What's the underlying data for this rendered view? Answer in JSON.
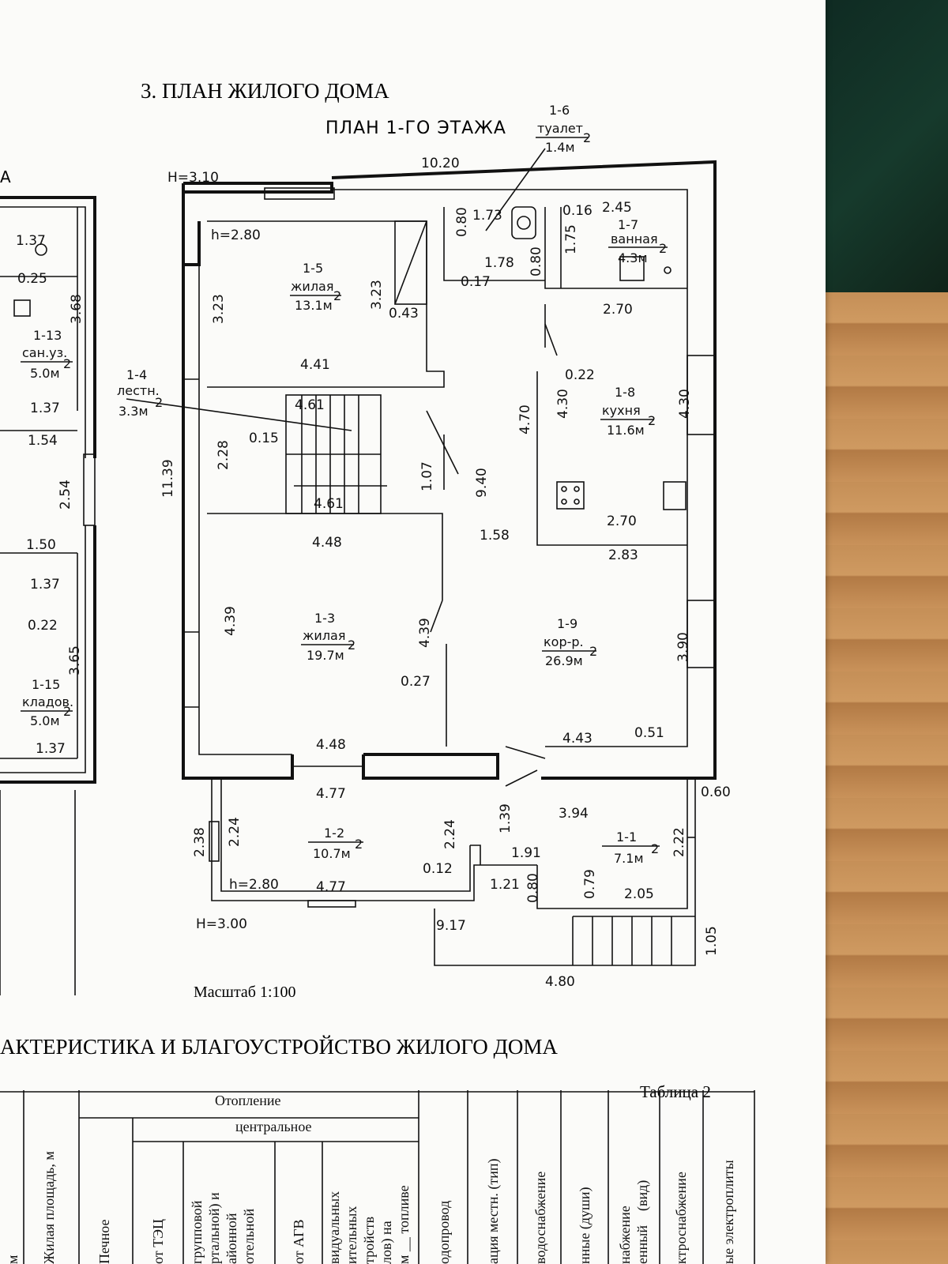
{
  "doc": {
    "section_title": "3. ПЛАН ЖИЛОГО ДОМА",
    "plan_title": "ПЛАН 1-ГО ЭТАЖА",
    "left_fragment": "А",
    "scale": "Масштаб 1:100",
    "section2_title": "АКТЕРИСТИКА И БЛАГОУСТРОЙСТВО ЖИЛОГО ДОМА",
    "table_label": "Таблица 2"
  },
  "rooms": {
    "r1_5": {
      "num": "1-5",
      "name": "жилая",
      "area": "13.1м"
    },
    "r1_6": {
      "num": "1-6",
      "name": "туалет",
      "area": "1.4м"
    },
    "r1_7": {
      "num": "1-7",
      "name": "ванная",
      "area": "4.3м"
    },
    "r1_4": {
      "num": "1-4",
      "name": "лестн.",
      "area": "3.3м"
    },
    "r1_8": {
      "num": "1-8",
      "name": "кухня",
      "area": "11.6м"
    },
    "r1_3": {
      "num": "1-3",
      "name": "жилая",
      "area": "19.7м"
    },
    "r1_9": {
      "num": "1-9",
      "name": "кор-р.",
      "area": "26.9м"
    },
    "r1_2": {
      "num": "1-2",
      "area": "10.7м"
    },
    "r1_1": {
      "num": "1-1",
      "area": "7.1м"
    },
    "r1_13": {
      "num": "1-13",
      "name": "сан.уз.",
      "area": "5.0м"
    },
    "r1_15": {
      "num": "1-15",
      "name": "кладов.",
      "area": "5.0м"
    },
    "sup": "2"
  },
  "heights": {
    "H_main": "H=3.10",
    "h_main": "h=2.80",
    "H_porch": "H=3.00",
    "h_porch": "h=2.80"
  },
  "dims": {
    "d10_20": "10.20",
    "d1_73": "1.73",
    "d0_80a": "0.80",
    "d0_16": "0.16",
    "d2_45": "2.45",
    "d1_75": "1.75",
    "d1_78": "1.78",
    "d0_17": "0.17",
    "d0_80b": "0.80",
    "d3_23a": "3.23",
    "d3_23b": "3.23",
    "d0_43": "0.43",
    "d2_70a": "2.70",
    "d4_41": "4.41",
    "d0_22a": "0.22",
    "d4_61a": "4.61",
    "d4_30a": "4.30",
    "d4_70": "4.70",
    "d4_30b": "4.30",
    "d0_15": "0.15",
    "d2_28": "2.28",
    "d11_39": "11.39",
    "d1_07": "1.07",
    "d9_40": "9.40",
    "d4_61b": "4.61",
    "d2_70b": "2.70",
    "d1_58": "1.58",
    "d4_48a": "4.48",
    "d2_83": "2.83",
    "d4_39a": "4.39",
    "d4_39b": "4.39",
    "d3_90": "3.90",
    "d0_27": "0.27",
    "d4_48b": "4.48",
    "d4_43": "4.43",
    "d0_51": "0.51",
    "d4_77a": "4.77",
    "d0_60": "0.60",
    "d3_94": "3.94",
    "d2_38": "2.38",
    "d2_24a": "2.24",
    "d2_24b": "2.24",
    "d1_39": "1.39",
    "d2_22": "2.22",
    "d1_91": "1.91",
    "d0_12": "0.12",
    "d1_21": "1.21",
    "d0_80c": "0.80",
    "d0_79": "0.79",
    "d2_05": "2.05",
    "d4_77b": "4.77",
    "d9_17": "9.17",
    "d1_05": "1.05",
    "d4_80": "4.80",
    "l1_37a": "1.37",
    "l0_25": "0.25",
    "l3_68": "3.68",
    "l1_37b": "1.37",
    "l1_54": "1.54",
    "l2_54": "2.54",
    "l1_50": "1.50",
    "l1_37c": "1.37",
    "l0_22": "0.22",
    "l3_65": "3.65",
    "l1_37d": "1.37"
  },
  "table": {
    "col_m2": "м",
    "col_living": "Жилая площадь, м",
    "col_stove": "Печное",
    "heating": "Отопление",
    "central": "центральное",
    "col_tets": "от ТЭЦ",
    "col_group": "групповой\nртальной) и\nайонной\nотельной",
    "col_agv": "от АГВ",
    "col_indiv": "видуальных\nительных\nтройств\nлов) на\nм __ топливе",
    "col_water": "одопровод",
    "col_sewer": "ация местн. (тип)",
    "col_hotwater": "водоснабжение",
    "col_shower": "нные (души)",
    "col_gas": "набжение\nенный    (вид)",
    "col_electric": "ктроснабжение",
    "col_stoves": "ые электроплиты"
  }
}
